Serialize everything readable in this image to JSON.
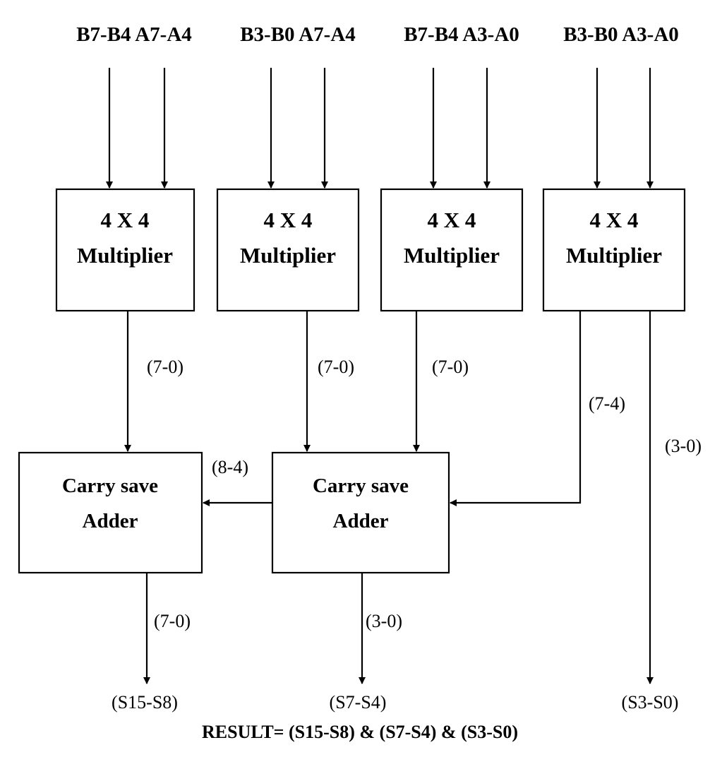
{
  "inputs": [
    {
      "b": "B7-B4",
      "a": "A7-A4"
    },
    {
      "b": "B3-B0",
      "a": "A7-A4"
    },
    {
      "b": "B7-B4",
      "a": "A3-A0"
    },
    {
      "b": "B3-B0",
      "a": "A3-A0"
    }
  ],
  "multipliers": [
    {
      "line1": "4 X 4",
      "line2": "Multiplier"
    },
    {
      "line1": "4 X 4",
      "line2": "Multiplier"
    },
    {
      "line1": "4 X 4",
      "line2": "Multiplier"
    },
    {
      "line1": "4 X 4",
      "line2": "Multiplier"
    }
  ],
  "adders": [
    {
      "line1": "Carry save",
      "line2": "Adder"
    },
    {
      "line1": "Carry save",
      "line2": "Adder"
    }
  ],
  "bus_labels": {
    "m1_out": "(7-0)",
    "m2_out": "(7-0)",
    "m3_out": "(7-0)",
    "m4_high": "(7-4)",
    "m4_low": "(3-0)",
    "carry": "(8-4)",
    "csa1_out": "(7-0)",
    "csa2_out": "(3-0)"
  },
  "outputs": [
    "(S15-S8)",
    "(S7-S4)",
    "(S3-S0)"
  ],
  "result": "RESULT= (S15-S8) & (S7-S4) & (S3-S0)"
}
